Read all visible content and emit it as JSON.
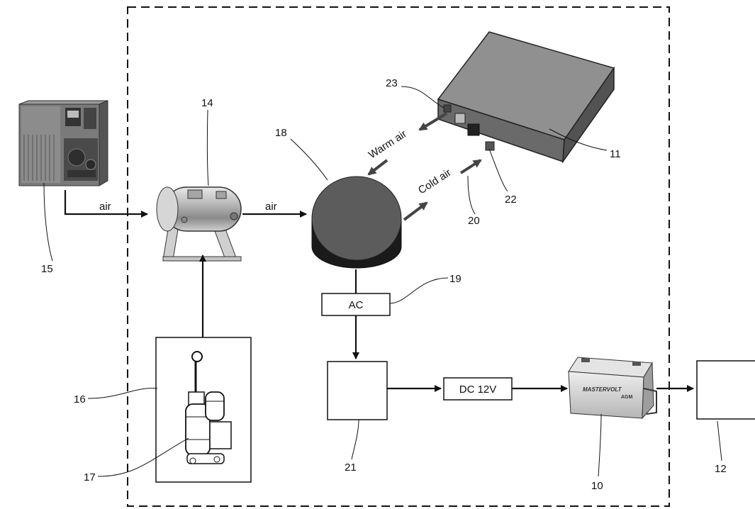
{
  "labels": {
    "l10": "10",
    "l11": "11",
    "l12": "12",
    "l14": "14",
    "l15": "15",
    "l16": "16",
    "l17": "17",
    "l18": "18",
    "l19": "19",
    "l20": "20",
    "l21": "21",
    "l22": "22",
    "l23": "23"
  },
  "flow": {
    "air_in": "air",
    "air_out": "air",
    "warm_air": "Warm air",
    "cold_air": "Cold air"
  },
  "boxes": {
    "ac": "AC",
    "dc": "DC 12V"
  },
  "battery": {
    "brand": "MASTERVOLT",
    "type": "AGM"
  }
}
